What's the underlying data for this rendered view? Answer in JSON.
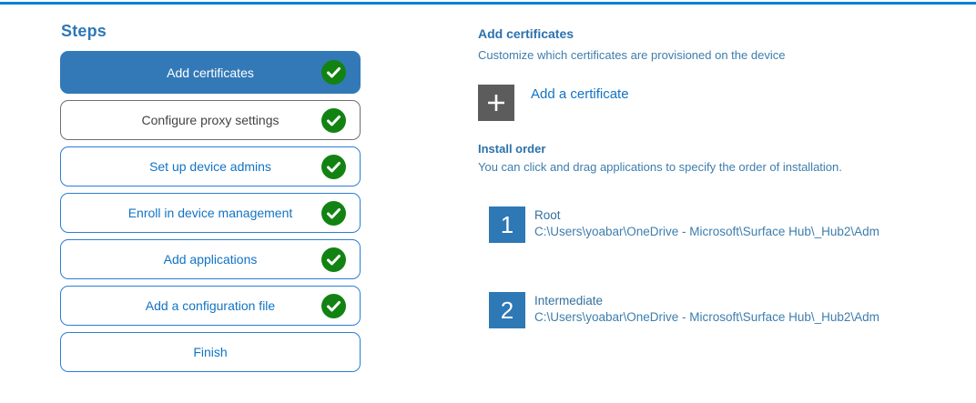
{
  "page": {
    "accent_color": "#0081d8",
    "active_step_color": "#3379b7",
    "completed_check_color": "#128312"
  },
  "steps_panel": {
    "title": "Steps",
    "items": [
      {
        "label": "Add certificates",
        "state": "active",
        "completed": true
      },
      {
        "label": "Configure proxy settings",
        "state": "gray",
        "completed": true
      },
      {
        "label": "Set up device admins",
        "state": "default",
        "completed": true
      },
      {
        "label": "Enroll in device management",
        "state": "default",
        "completed": true
      },
      {
        "label": "Add applications",
        "state": "default",
        "completed": true
      },
      {
        "label": "Add a configuration file",
        "state": "default",
        "completed": true
      },
      {
        "label": "Finish",
        "state": "default",
        "completed": false
      }
    ]
  },
  "content": {
    "heading": "Add certificates",
    "description": "Customize which certificates are provisioned on the device",
    "add_button": {
      "icon": "plus-icon",
      "label": "Add a certificate"
    },
    "install_order": {
      "heading": "Install order",
      "description": "You can click and drag applications to specify the order of installation.",
      "items": [
        {
          "number": "1",
          "name": "Root",
          "path": "C:\\Users\\yoabar\\OneDrive - Microsoft\\Surface Hub\\_Hub2\\Adm"
        },
        {
          "number": "2",
          "name": "Intermediate",
          "path": "C:\\Users\\yoabar\\OneDrive - Microsoft\\Surface Hub\\_Hub2\\Adm"
        }
      ]
    }
  }
}
